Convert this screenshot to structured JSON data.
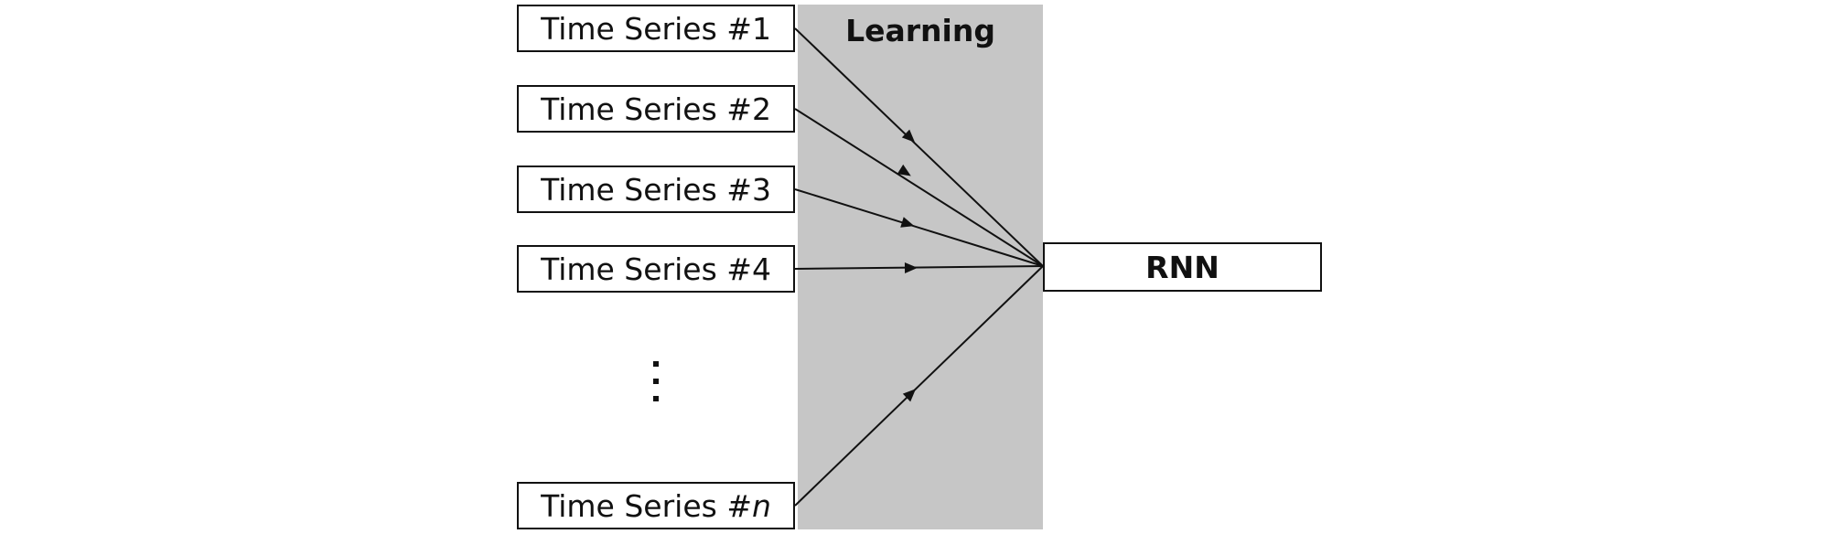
{
  "learning": {
    "label": "Learning",
    "color": "#c6c6c6"
  },
  "series": [
    {
      "prefix": "Time Series #",
      "suffix": "1",
      "italic": false
    },
    {
      "prefix": "Time Series #",
      "suffix": "2",
      "italic": false
    },
    {
      "prefix": "Time Series #",
      "suffix": "3",
      "italic": false
    },
    {
      "prefix": "Time Series #",
      "suffix": "4",
      "italic": false
    },
    {
      "prefix": "Time Series #",
      "suffix": "n",
      "italic": true
    }
  ],
  "ellipsis": "⋮",
  "rnn": {
    "label": "RNN"
  }
}
